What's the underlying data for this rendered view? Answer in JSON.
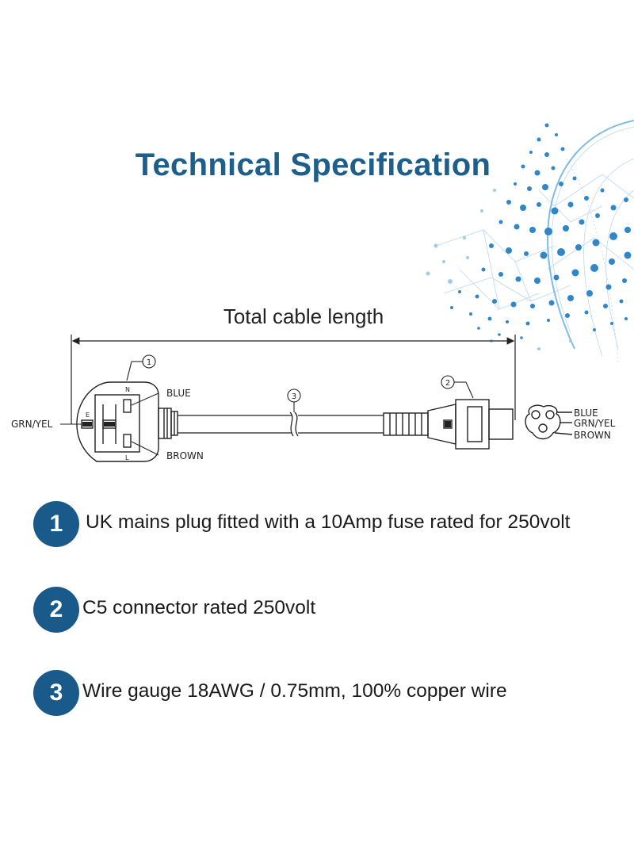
{
  "title": "Technical Specification",
  "diagram": {
    "length_label": "Total cable length",
    "callouts": [
      "1",
      "2",
      "3"
    ],
    "plug_labels": {
      "ground": "GRN/YEL",
      "neutral": "BLUE",
      "live": "BROWN"
    },
    "pin_letters": {
      "earth": "E",
      "neutral": "N",
      "live": "L"
    },
    "connector_labels": {
      "top": "BLUE",
      "middle": "GRN/YEL",
      "bottom": "BROWN"
    }
  },
  "specs": [
    {
      "number": "1",
      "text": "UK mains plug fitted with a 10Amp fuse rated for 250volt"
    },
    {
      "number": "2",
      "text": "C5 connector rated 250volt"
    },
    {
      "number": "3",
      "text": "Wire gauge 18AWG / 0.75mm, 100% copper wire"
    }
  ],
  "colors": {
    "title": "#1d5e8b",
    "badge": "#1a5a8a",
    "globe_dots": "#2f86c8"
  }
}
